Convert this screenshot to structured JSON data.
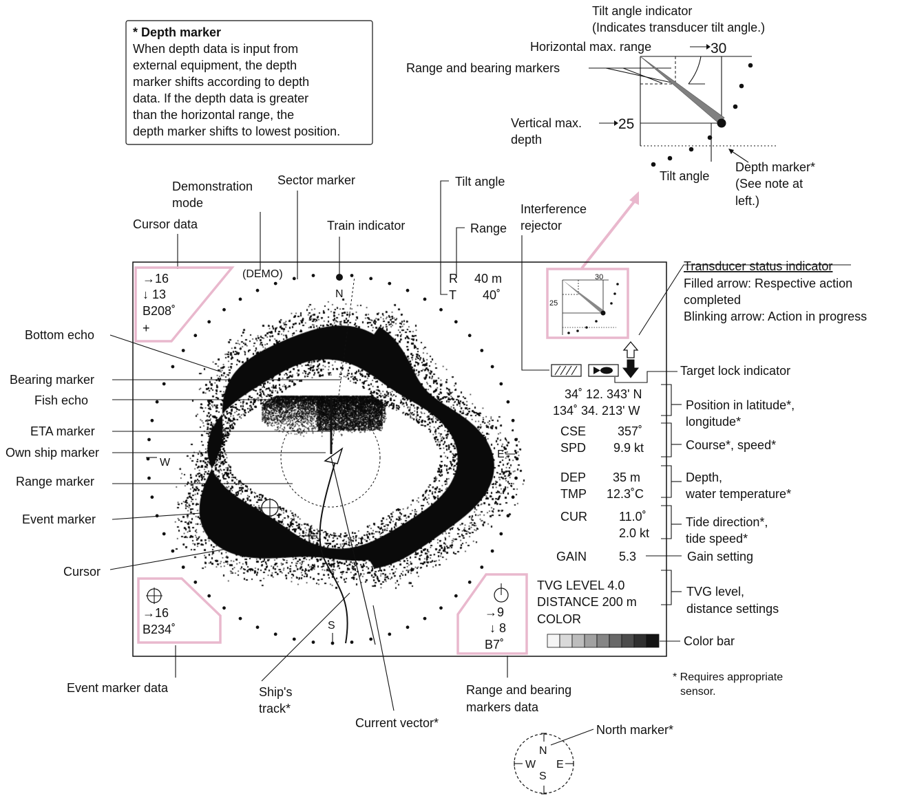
{
  "note_box": {
    "title": "* Depth marker",
    "lines": [
      "When depth data is input from",
      "external equipment, the depth",
      "marker shifts according to depth",
      "data. If the depth data is greater",
      "than the horizontal range, the",
      "depth marker shifts to lowest position."
    ]
  },
  "tilt_detail": {
    "title_line1": "Tilt angle indicator",
    "title_line2": "(Indicates transducer tilt angle.)",
    "horizontal_max_range_label": "Horizontal max. range",
    "horizontal_max_range_value": "30",
    "range_bearing_markers_label": "Range and bearing markers",
    "vertical_max_depth_label_1": "Vertical max.",
    "vertical_max_depth_label_2": "depth",
    "vertical_max_depth_value": "25",
    "tilt_angle_label": "Tilt angle",
    "depth_marker_label_1": "Depth marker*",
    "depth_marker_label_2": "(See note at",
    "depth_marker_label_3": "left.)"
  },
  "labels": {
    "demonstration_mode_1": "Demonstration",
    "demonstration_mode_2": "mode",
    "sector_marker": "Sector marker",
    "tilt_angle": "Tilt angle",
    "interference_rejector_1": "Interference",
    "interference_rejector_2": "rejector",
    "cursor_data": "Cursor data",
    "train_indicator": "Train indicator",
    "range": "Range",
    "transducer_status_title": "Transducer status indicator",
    "transducer_status_line1": "Filled arrow:  Respective action",
    "transducer_status_line2": "completed",
    "transducer_status_line3": "Blinking arrow: Action in progress",
    "bottom_echo": "Bottom echo",
    "bearing_marker": "Bearing marker",
    "fish_echo": "Fish echo",
    "eta_marker": "ETA marker",
    "own_ship_marker": "Own ship marker",
    "range_marker": "Range marker",
    "event_marker": "Event marker",
    "cursor": "Cursor",
    "target_lock_indicator": "Target lock indicator",
    "position_1": "Position in latitude*,",
    "position_2": "longitude*",
    "course_speed": "Course*, speed*",
    "depth_temp_1": "Depth,",
    "depth_temp_2": "water temperature*",
    "tide_1": "Tide direction*,",
    "tide_2": "tide speed*",
    "gain_setting": "Gain setting",
    "tvg_1": "TVG level,",
    "tvg_2": "distance settings",
    "color_bar": "Color bar",
    "requires_1": "* Requires appropriate",
    "requires_2": "sensor.",
    "event_marker_data": "Event marker data",
    "ships_track_1": "Ship's",
    "ships_track_2": "track*",
    "current_vector": "Current vector*",
    "range_bearing_data_1": "Range and bearing",
    "range_bearing_data_2": "markers data",
    "north_marker": "North marker*"
  },
  "screen": {
    "demo": "(DEMO)",
    "north": "N",
    "east": "E",
    "west": "W",
    "south": "S",
    "range_label": "R",
    "range_value": "40 m",
    "tilt_label": "T",
    "tilt_value": "40˚",
    "cursor_data": {
      "range": "→16",
      "depth": "↓ 13",
      "bearing": "B208˚",
      "symbol": "+"
    },
    "event_data": {
      "range": "→16",
      "bearing": "B234˚"
    },
    "rb_data": {
      "range": "→9",
      "depth": "↓ 8",
      "bearing": "B7˚"
    },
    "inset_range": "30",
    "inset_depth": "25",
    "lat": "34˚ 12. 343' N",
    "lon": "134˚ 34. 213' W",
    "cse_label": "CSE",
    "cse_value": "357˚",
    "spd_label": "SPD",
    "spd_value": "9.9 kt",
    "dep_label": "DEP",
    "dep_value": "35  m",
    "tmp_label": "TMP",
    "tmp_value": "12.3˚C",
    "cur_label": "CUR",
    "cur_dir": "11.0˚",
    "cur_speed": "2.0 kt",
    "gain_label": "GAIN",
    "gain_value": "5.3",
    "tvg_line": "TVG LEVEL 4.0",
    "distance_line": "DISTANCE 200 m",
    "color_line": "COLOR"
  },
  "north_marker_compass": {
    "n": "N",
    "e": "E",
    "w": "W",
    "s": "S"
  },
  "colors": {
    "frame": "#111111",
    "pink_highlight": "#e9b8cd",
    "echo": "#0a0a0a"
  },
  "color_bar_levels": 9
}
